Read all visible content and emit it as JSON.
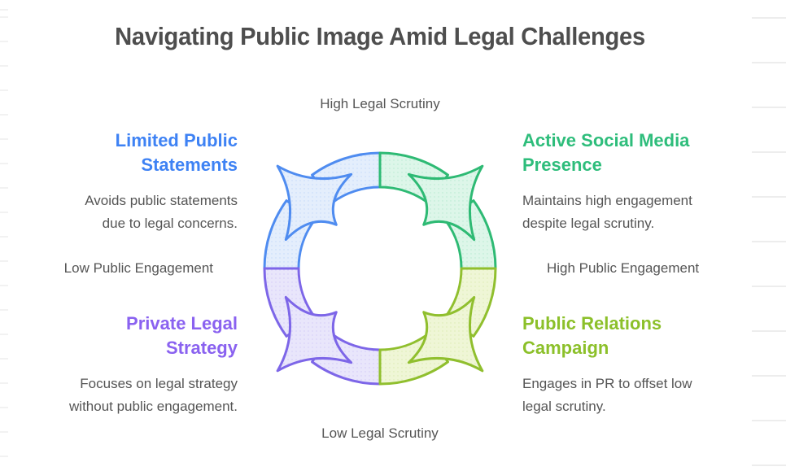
{
  "title": "Navigating Public Image Amid Legal Challenges",
  "axis_labels": {
    "top": "High Legal Scrutiny",
    "bottom": "Low Legal Scrutiny",
    "left": "Low Public Engagement",
    "right": "High Public Engagement"
  },
  "quadrants": [
    {
      "position": "top-left",
      "heading": "Limited Public Statements",
      "heading_lines": [
        "Limited Public",
        "Statements"
      ],
      "description": "Avoids public statements due to legal concerns.",
      "description_lines": [
        "Avoids public statements",
        "due to legal concerns."
      ],
      "heading_color": "#3e82f4",
      "arrow_stroke": "#4f8cf0",
      "arrow_fill": "#e4eefc"
    },
    {
      "position": "top-right",
      "heading": "Active Social Media Presence",
      "heading_lines": [
        "Active Social Media",
        "Presence"
      ],
      "description": "Maintains high engagement despite legal scrutiny.",
      "description_lines": [
        "Maintains high engagement",
        "despite legal scrutiny."
      ],
      "heading_color": "#2ebd7b",
      "arrow_stroke": "#2eba74",
      "arrow_fill": "#ddf6e9"
    },
    {
      "position": "bottom-left",
      "heading": "Private Legal Strategy",
      "heading_lines": [
        "Private Legal",
        "Strategy"
      ],
      "description": "Focuses on legal strategy without public engagement.",
      "description_lines": [
        "Focuses on legal strategy",
        "without public engagement."
      ],
      "heading_color": "#8a62f0",
      "arrow_stroke": "#7d66e8",
      "arrow_fill": "#e9e6fb"
    },
    {
      "position": "bottom-right",
      "heading": "Public Relations Campaign",
      "heading_lines": [
        "Public Relations",
        "Campaign"
      ],
      "description": "Engages in PR to offset low legal scrutiny.",
      "description_lines": [
        "Engages in PR to offset low",
        "legal scrutiny."
      ],
      "heading_color": "#8cc02a",
      "arrow_stroke": "#90bf2e",
      "arrow_fill": "#eff6d6"
    }
  ],
  "text_colors": {
    "title": "#4e4e4e",
    "axis": "#555555",
    "body": "#555555"
  },
  "diagram": {
    "type": "cycle-quadrant",
    "flow_direction": "counterclockwise"
  }
}
